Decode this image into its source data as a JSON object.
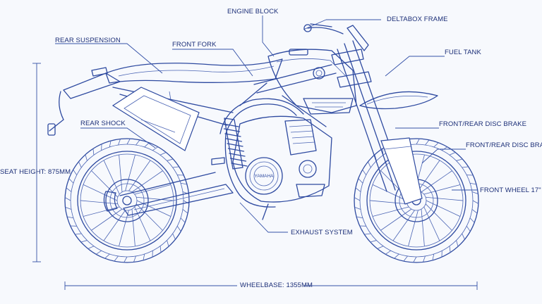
{
  "labels": {
    "engine_block": "ENGINE BLOCK",
    "delta_box_frame": "DELTABOX FRAME",
    "rear_suspension": "REAR SUSPENSION",
    "front_fork": "FRONT FORK",
    "fuel_tank": "FUEL TANK",
    "rear_shock": "REAR SHOCK",
    "front_rear_disc_brake_1": "FRONT/REAR DISC BRAKE",
    "front_rear_disc_brake_2": "FRONT/REAR DISC BRAKE",
    "seat_height": "SEAT HEIGHT: 875MM",
    "front_wheel": "FRONT WHEEL 17\"",
    "exhaust_system": "EXHAUST SYSTEM",
    "wheelbase": "WHEELBASE: 1355MM"
  },
  "engine_badge": "YAMAHA",
  "colors": {
    "line": "#2e4aa0",
    "label": "#1c2f78",
    "background": "#f7f9fd"
  }
}
